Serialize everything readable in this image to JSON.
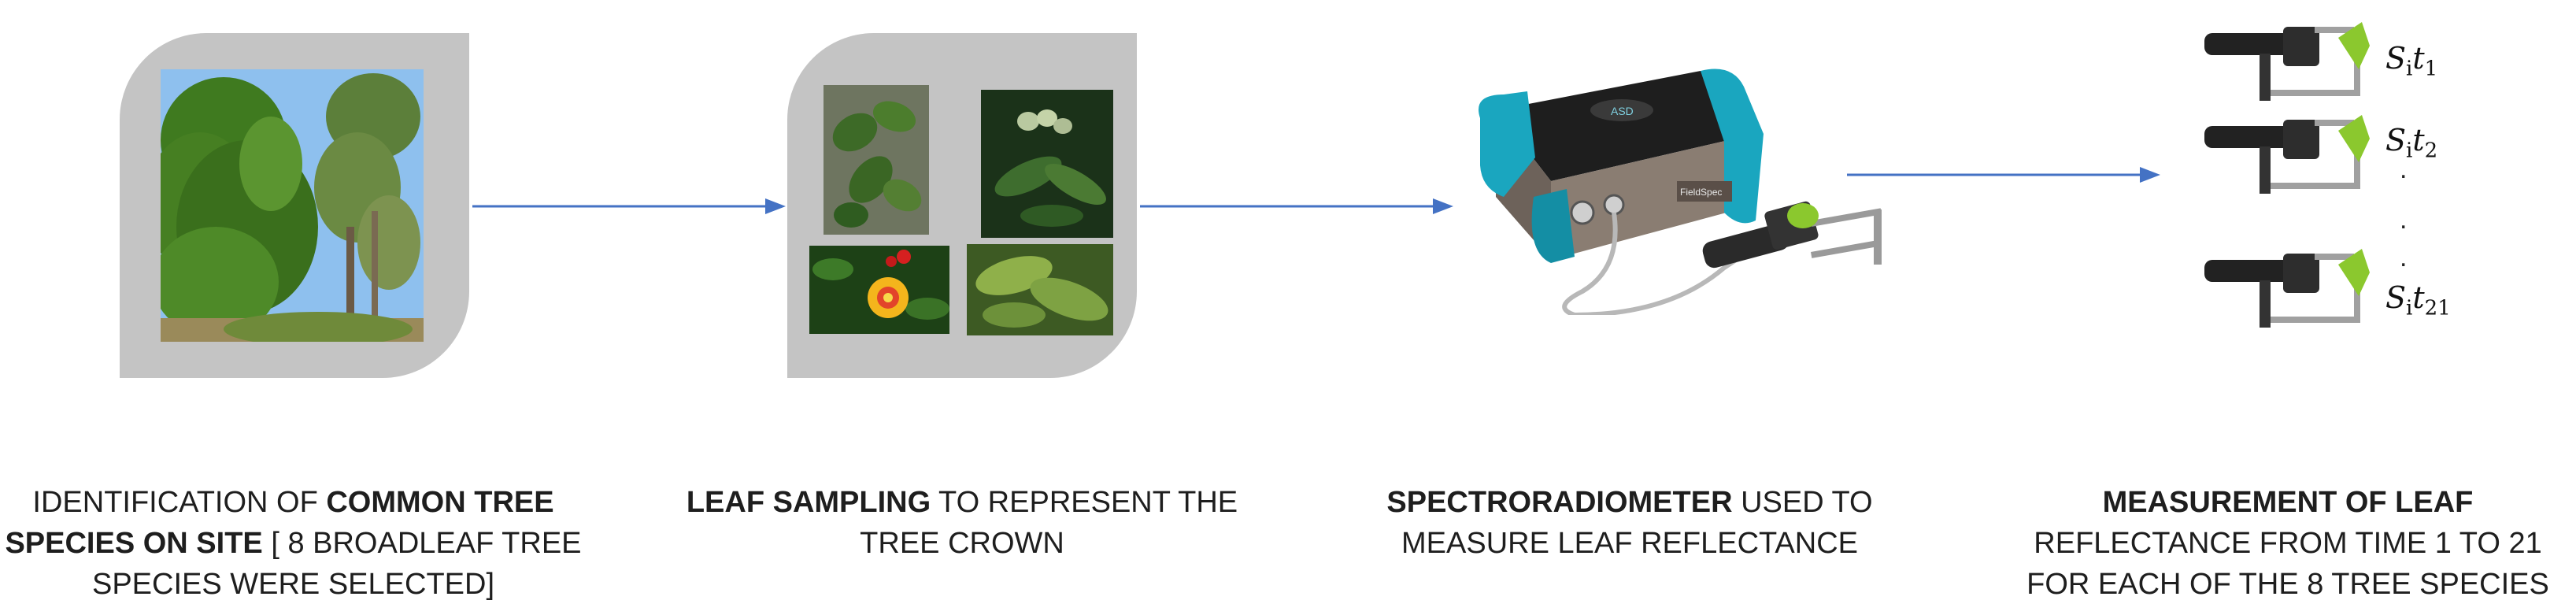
{
  "captions": [
    {
      "parts": [
        {
          "text": "IDENTIFICATION  OF ",
          "bold": false
        },
        {
          "text": "COMMON TREE SPECIES ON SITE",
          "bold": true
        },
        {
          "text": " [ 8 BROADLEAF TREE SPECIES WERE SELECTED]",
          "bold": false
        }
      ]
    },
    {
      "parts": [
        {
          "text": "LEAF SAMPLING",
          "bold": true
        },
        {
          "text": " TO REPRESENT THE TREE CROWN",
          "bold": false
        }
      ]
    },
    {
      "parts": [
        {
          "text": "SPECTRORADIOMETER",
          "bold": true
        },
        {
          "text": " USED TO MEASURE LEAF REFLECTANCE",
          "bold": false
        }
      ]
    },
    {
      "parts": [
        {
          "text": "MEASUREMENT OF LEAF",
          "bold": true
        },
        {
          "text": " REFLECTANCE FROM TIME 1 TO 21 FOR EACH OF THE 8 TREE SPECIES",
          "bold": false
        }
      ]
    }
  ],
  "measurements": {
    "var_base": "S",
    "var_sub": "i",
    "time_base": "t",
    "labels": [
      {
        "sub": "1"
      },
      {
        "sub": "2"
      },
      {
        "sub": "21"
      }
    ],
    "ellipsis": ".",
    "device_brand": "ASD",
    "device_name": "FieldSpec"
  },
  "colors": {
    "arrow": "#4472c4",
    "panel": "#c4c4c4",
    "device_teal": "#1aa6bf",
    "device_body": "#7a6e66",
    "leaf_clip_green": "#8bc82e"
  }
}
